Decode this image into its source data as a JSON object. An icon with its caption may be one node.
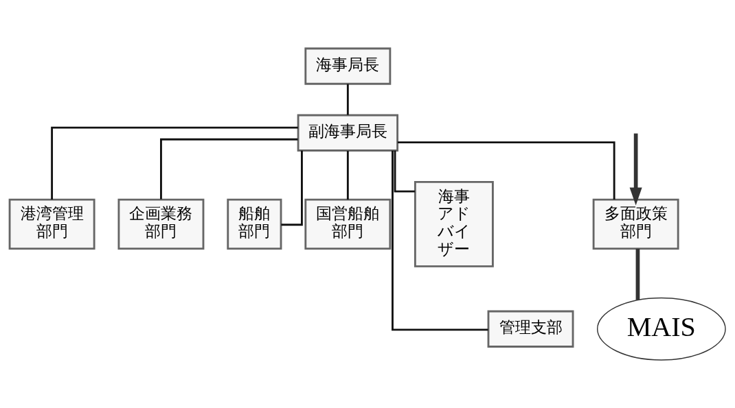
{
  "diagram": {
    "nodes": [
      {
        "text": [
          "海事局長"
        ]
      },
      {
        "text": [
          "副海事局長"
        ]
      },
      {
        "text": [
          "海事アドバイザー"
        ]
      },
      {
        "text": [
          "港湾管理部門"
        ]
      },
      {
        "text": [
          "企画業務部門"
        ]
      },
      {
        "text": [
          "船舶部門"
        ]
      },
      {
        "text": [
          "多面政策部門"
        ]
      },
      {
        "text": [
          "国営船舶部門"
        ]
      },
      {
        "text": [
          "管理支部"
        ]
      },
      {
        "text": [
          "MAIS"
        ]
      }
    ],
    "edges": [
      {
        "from": 0,
        "to": 1,
        "arrow": "none"
      },
      {
        "from": 1,
        "to": 2,
        "arrow": "none"
      },
      {
        "from": 1,
        "to": 3,
        "arrow": "none"
      },
      {
        "from": 1,
        "to": 4,
        "arrow": "none"
      },
      {
        "from": 1,
        "to": 8,
        "arrow": "none"
      },
      {
        "from": 1,
        "to": 5,
        "arrow": "none"
      },
      {
        "from": 1,
        "to": 6,
        "arrow": "none"
      },
      {
        "from": 1,
        "to": 7,
        "arrow": "none"
      },
      {
        "from": 6,
        "to": 9,
        "arrow": "none",
        "style": "thick",
        "color": "#333333"
      },
      {
        "from": null,
        "to": 6,
        "arrow": "to",
        "style": "thick",
        "color": "#333333"
      }
    ]
  }
}
